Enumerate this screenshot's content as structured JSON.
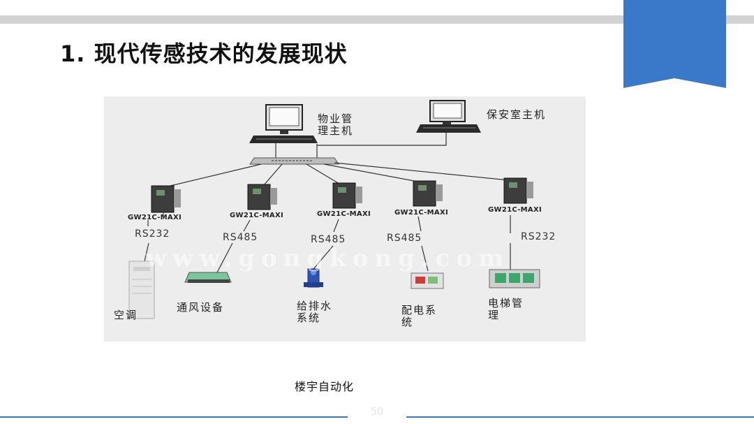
{
  "slide": {
    "title": "1. 现代传感技术的发展现状",
    "caption": "楼宇自动化",
    "page_number": "50"
  },
  "colors": {
    "accent_blue": "#3a78c9",
    "top_bar_gray": "#d2d2d2",
    "figure_bg": "#ededed"
  },
  "diagram": {
    "hosts": {
      "property_host": "物业管\n理主机",
      "security_host": "保安室主机"
    },
    "watermark": "www.gongkong.com",
    "gateways": [
      {
        "model": "GW21C-MAXI",
        "protocol": "RS232",
        "system": "空调",
        "device_icon": "air-conditioner-icon"
      },
      {
        "model": "GW21C-MAXI",
        "protocol": "RS485",
        "system": "通风设备",
        "device_icon": "ventilation-unit-icon"
      },
      {
        "model": "GW21C-MAXI",
        "protocol": "RS485",
        "system": "给排水\n系统",
        "device_icon": "water-pump-icon"
      },
      {
        "model": "GW21C-MAXI",
        "protocol": "RS485",
        "system": "配电系\n统",
        "device_icon": "power-distribution-icon"
      },
      {
        "model": "GW21C-MAXI",
        "protocol": "RS232",
        "system": "电梯管\n理",
        "device_icon": "elevator-controller-icon"
      }
    ]
  }
}
